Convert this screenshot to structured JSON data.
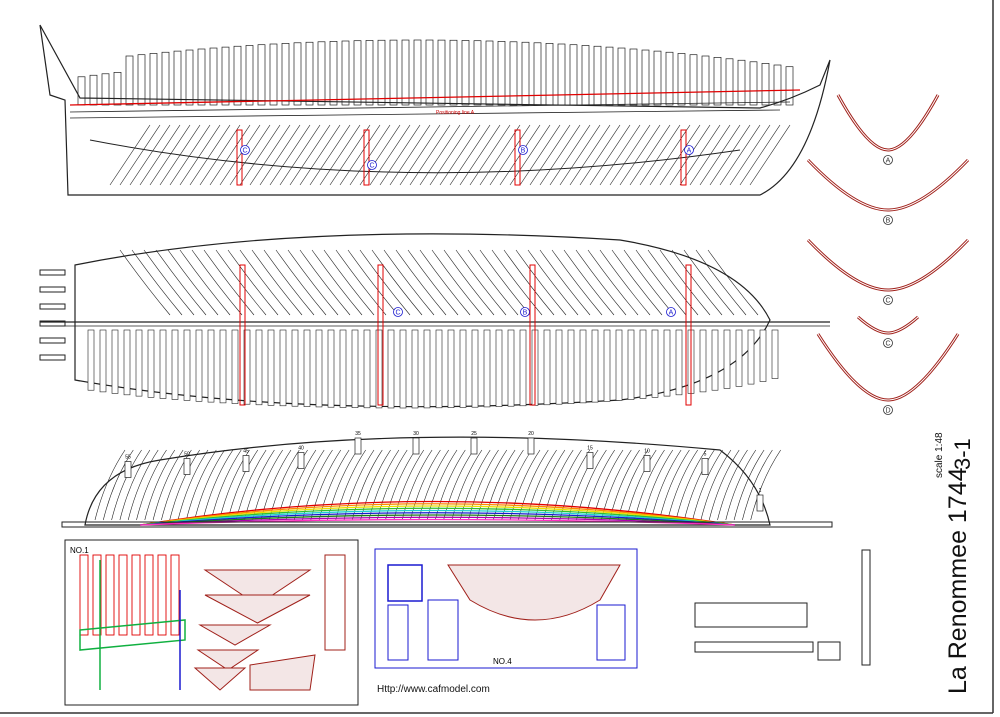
{
  "title": "La Renommee 1744",
  "sheet_number": "3-1",
  "scale": "scale  1:48",
  "website": "Http://www.cafmodel.com",
  "profile_view": {
    "positioning_line_label": "Positioning line A",
    "station_markers": [
      "C",
      "C",
      "B",
      "A"
    ]
  },
  "plan_view": {
    "station_markers": [
      "C",
      "B",
      "A"
    ]
  },
  "body_view": {
    "frame_numbers": [
      "55",
      "50",
      "45",
      "40",
      "35",
      "30",
      "25",
      "20",
      "15",
      "10",
      "5",
      "1"
    ]
  },
  "frame_sections": [
    "A",
    "B",
    "C",
    "C",
    "D"
  ],
  "detail_boxes": [
    {
      "label": "NO.1"
    },
    {
      "label": "NO.4"
    }
  ],
  "colors": {
    "frame_red": "#a0201a",
    "line_red": "#e00000",
    "blue": "#1a1ad0",
    "green": "#10b040",
    "border": "#222222"
  }
}
